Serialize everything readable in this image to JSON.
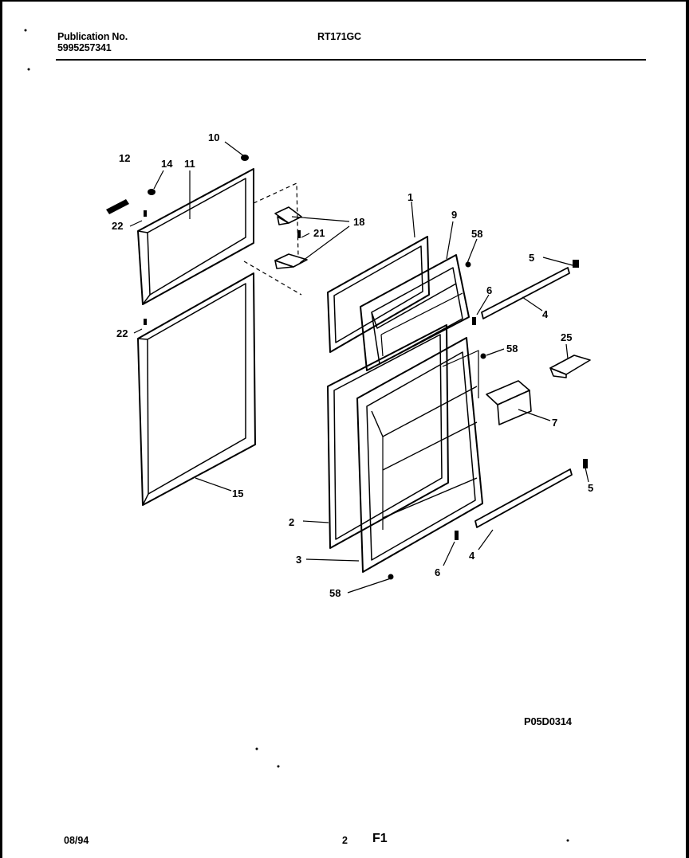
{
  "header": {
    "publication_label": "Publication No.",
    "publication_number": "5995257341",
    "model": "RT171GC"
  },
  "diagram_code": "P05D0314",
  "footer": {
    "date": "08/94",
    "page": "2",
    "figure": "F1"
  },
  "callouts": {
    "c1": "1",
    "c2": "2",
    "c3": "3",
    "c4a": "4",
    "c4b": "4",
    "c5a": "5",
    "c5b": "5",
    "c6a": "6",
    "c6b": "6",
    "c7": "7",
    "c9": "9",
    "c10": "10",
    "c11": "11",
    "c12": "12",
    "c14": "14",
    "c15": "15",
    "c18": "18",
    "c21": "21",
    "c22a": "22",
    "c22b": "22",
    "c25": "25",
    "c58a": "58",
    "c58b": "58",
    "c58c": "58"
  }
}
